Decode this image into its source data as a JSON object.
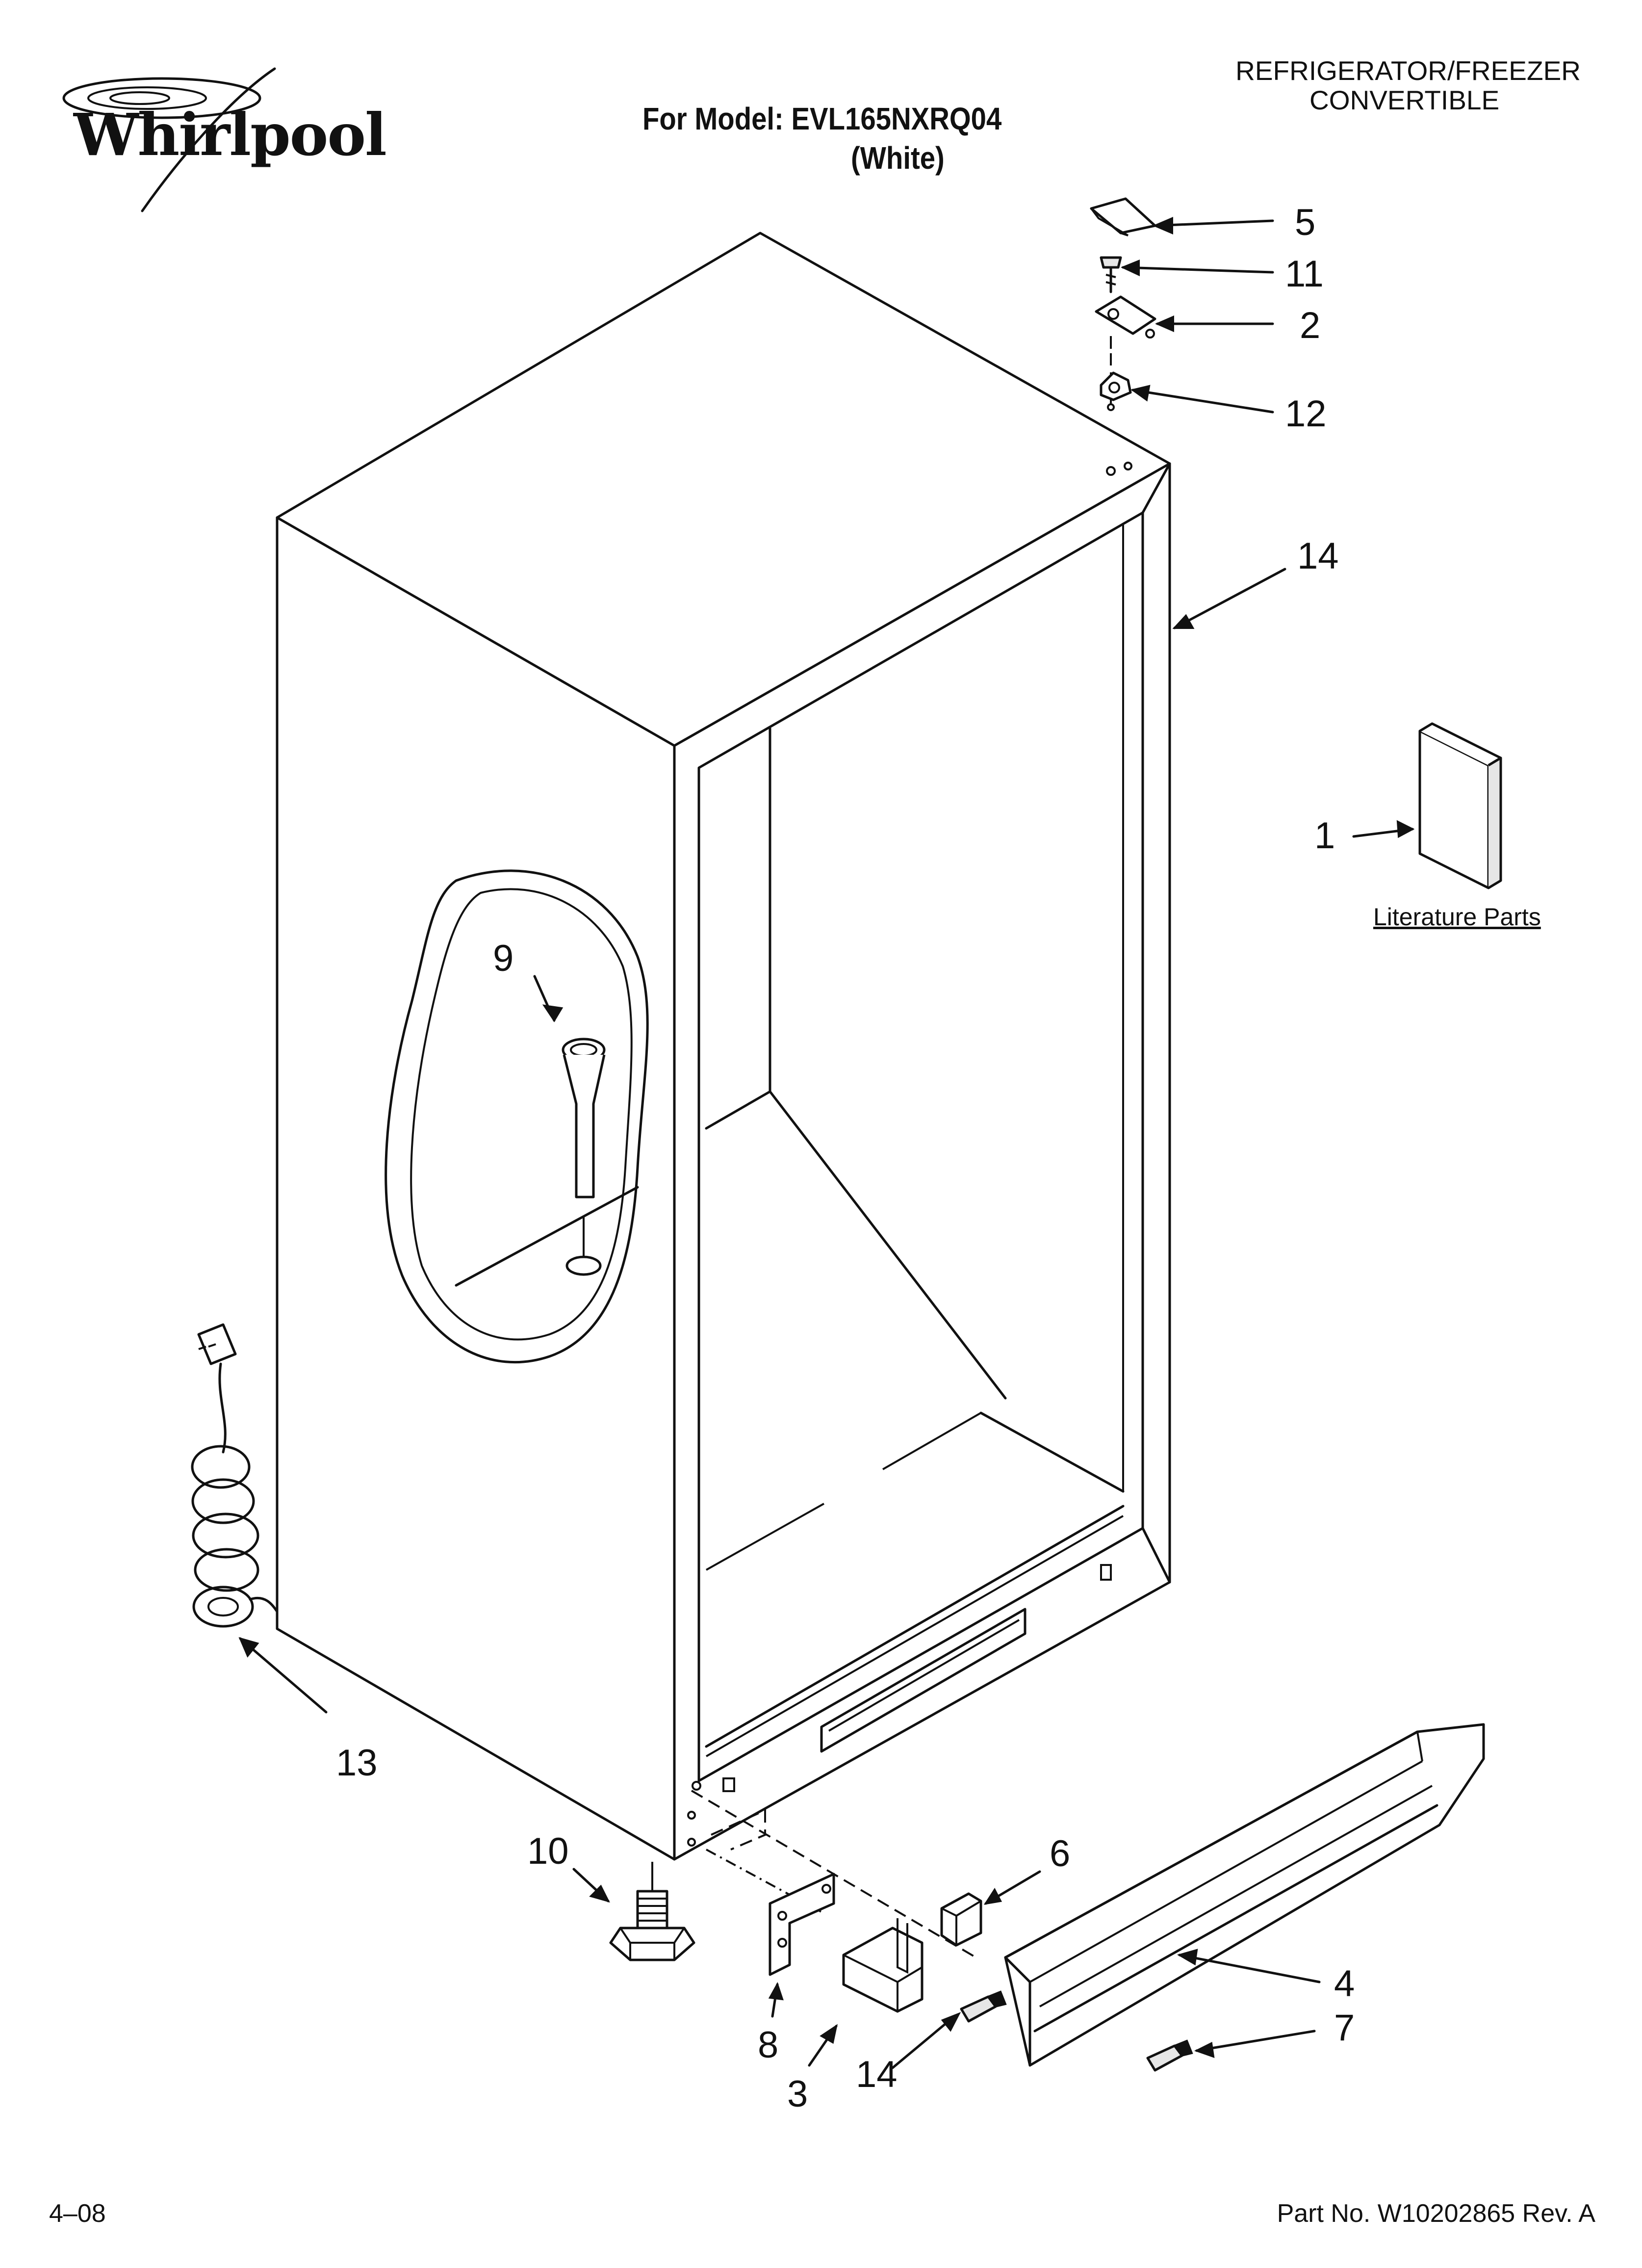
{
  "header": {
    "brand": "Whirlpool",
    "model_line": "For Model: EVL165NXRQ04",
    "color_line": "(White)",
    "category_line1": "REFRIGERATOR/FREEZER",
    "category_line2": "CONVERTIBLE"
  },
  "callouts": [
    {
      "id": "c5",
      "label": "5"
    },
    {
      "id": "c11",
      "label": "11"
    },
    {
      "id": "c2",
      "label": "2"
    },
    {
      "id": "c12",
      "label": "12"
    },
    {
      "id": "c14a",
      "label": "14"
    },
    {
      "id": "c1",
      "label": "1"
    },
    {
      "id": "c9",
      "label": "9"
    },
    {
      "id": "c13",
      "label": "13"
    },
    {
      "id": "c10",
      "label": "10"
    },
    {
      "id": "c6",
      "label": "6"
    },
    {
      "id": "c4",
      "label": "4"
    },
    {
      "id": "c7",
      "label": "7"
    },
    {
      "id": "c8",
      "label": "8"
    },
    {
      "id": "c3",
      "label": "3"
    },
    {
      "id": "c14b",
      "label": "14"
    }
  ],
  "literature_label": "Literature Parts",
  "footer": {
    "date": "4–08",
    "part_number": "Part No. W10202865 Rev. A"
  },
  "colors": {
    "ink": "#111111",
    "paper": "#ffffff"
  }
}
